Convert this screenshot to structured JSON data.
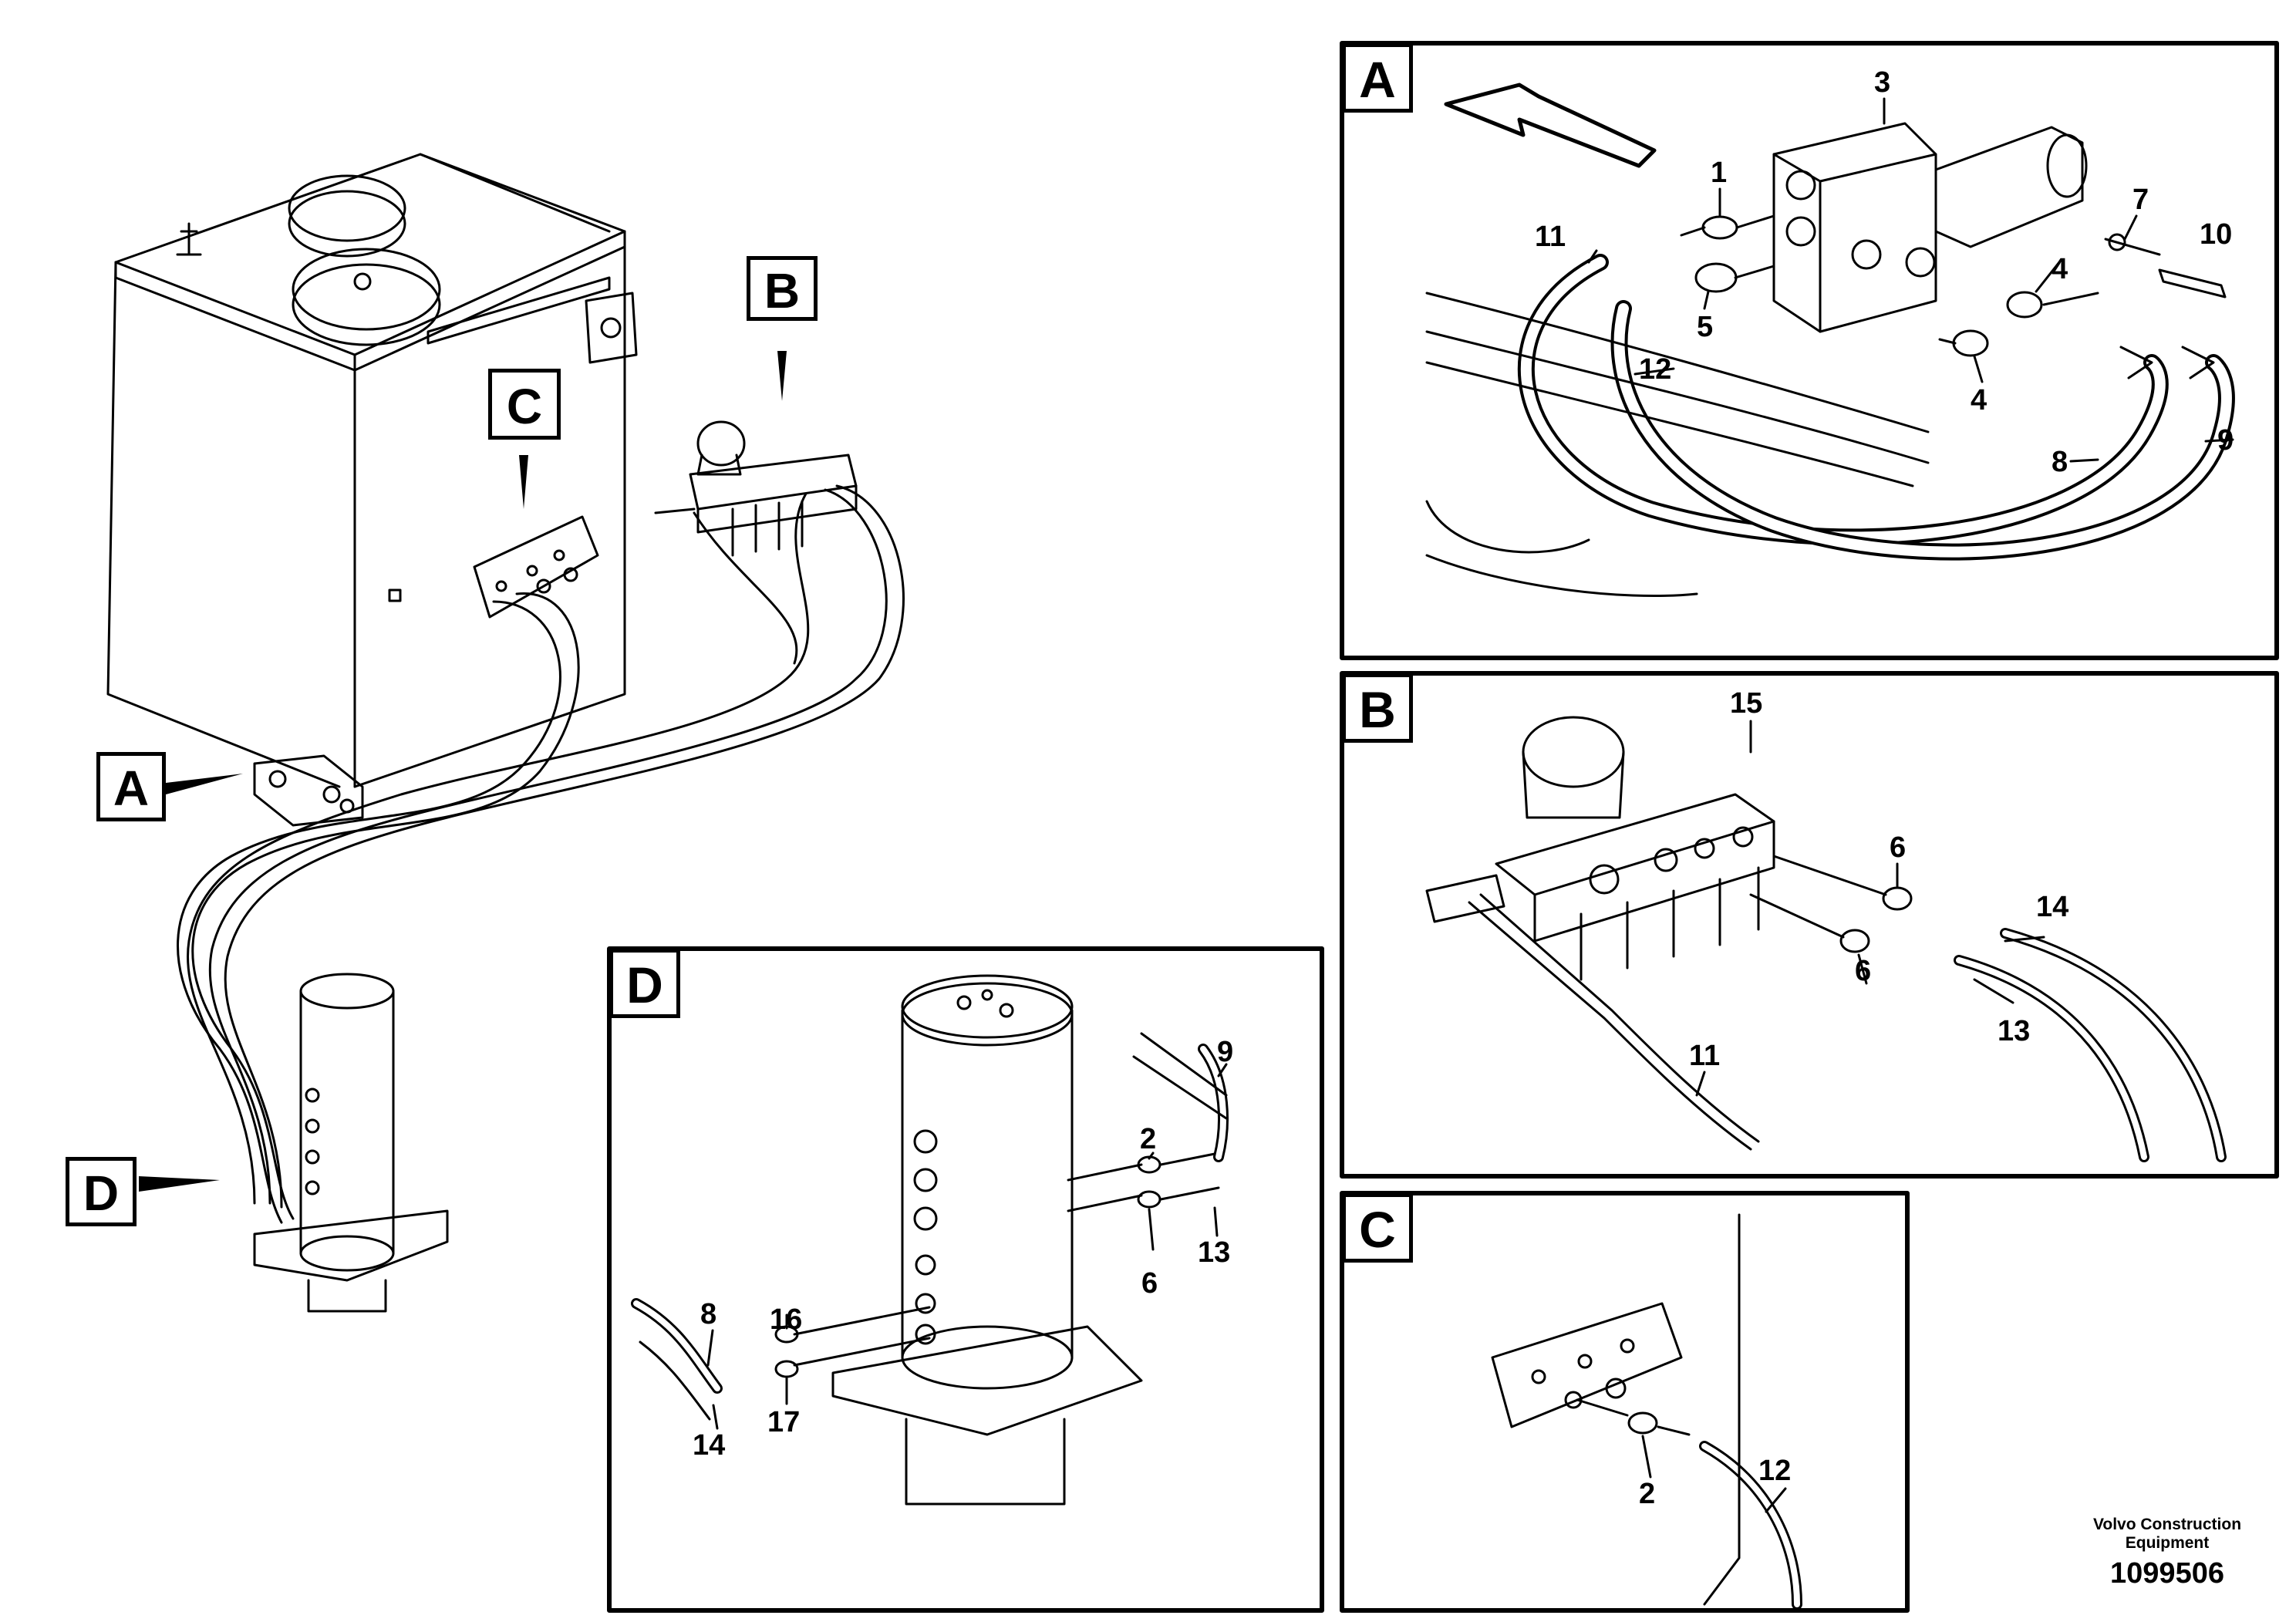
{
  "callouts": {
    "overview": [
      "A",
      "B",
      "C",
      "D"
    ],
    "panels": [
      "A",
      "B",
      "C",
      "D"
    ]
  },
  "panelA": {
    "parts": [
      "3",
      "1",
      "7",
      "10",
      "11",
      "5",
      "4",
      "12",
      "4",
      "8",
      "9"
    ]
  },
  "panelB": {
    "parts": [
      "15",
      "6",
      "6",
      "14",
      "13",
      "11"
    ]
  },
  "panelC": {
    "parts": [
      "12",
      "2"
    ]
  },
  "panelD": {
    "parts": [
      "9",
      "2",
      "13",
      "6",
      "8",
      "16",
      "14",
      "17"
    ]
  },
  "footer": {
    "brand_line1": "Volvo Construction",
    "brand_line2": "Equipment",
    "drawing_number": "1099506"
  },
  "colors": {
    "line": "#000000",
    "background": "#ffffff"
  }
}
